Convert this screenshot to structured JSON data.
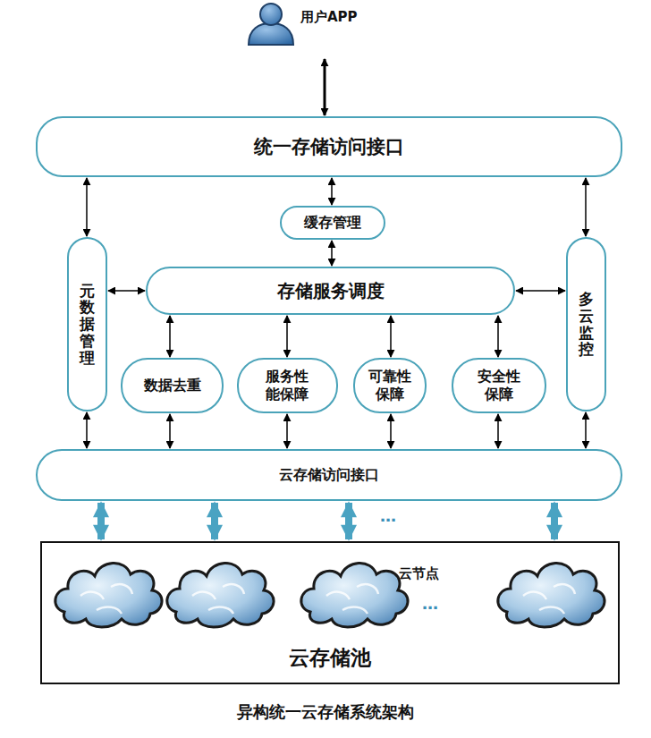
{
  "diagram": {
    "caption": "异构统一云存储系统架构",
    "nodes": [
      {
        "text": [
          "用户APP"
        ]
      },
      {
        "text": [
          "统一存储访问接口"
        ]
      },
      {
        "text": [
          "缓存管理"
        ]
      },
      {
        "text": [
          "元数据管理"
        ]
      },
      {
        "text": [
          "存储服务调度"
        ]
      },
      {
        "text": [
          "多云监控"
        ]
      },
      {
        "text": [
          "数据去重"
        ]
      },
      {
        "text": [
          "服务性能保障"
        ]
      },
      {
        "text": [
          "可靠性保障"
        ]
      },
      {
        "text": [
          "安全性保障"
        ]
      },
      {
        "text": [
          "云存储访问接口"
        ]
      },
      {
        "text": [
          "云存储池"
        ]
      }
    ],
    "edges": [
      {
        "from": 0,
        "to": 1,
        "arrow": "both"
      },
      {
        "from": 1,
        "to": 2,
        "arrow": "both"
      },
      {
        "from": 1,
        "to": 3,
        "arrow": "both"
      },
      {
        "from": 1,
        "to": 5,
        "arrow": "both"
      },
      {
        "from": 2,
        "to": 4,
        "arrow": "both"
      },
      {
        "from": 3,
        "to": 4,
        "arrow": "both"
      },
      {
        "from": 4,
        "to": 5,
        "arrow": "both"
      },
      {
        "from": 4,
        "to": 6,
        "arrow": "both"
      },
      {
        "from": 4,
        "to": 7,
        "arrow": "both"
      },
      {
        "from": 4,
        "to": 8,
        "arrow": "both"
      },
      {
        "from": 4,
        "to": 9,
        "arrow": "both"
      },
      {
        "from": 3,
        "to": 10,
        "arrow": "both"
      },
      {
        "from": 6,
        "to": 10,
        "arrow": "both"
      },
      {
        "from": 7,
        "to": 10,
        "arrow": "both"
      },
      {
        "from": 8,
        "to": 10,
        "arrow": "both"
      },
      {
        "from": 9,
        "to": 10,
        "arrow": "both"
      },
      {
        "from": 5,
        "to": 10,
        "arrow": "both"
      },
      {
        "from": 10,
        "to": 11,
        "arrow": "both"
      },
      {
        "from": 10,
        "to": 11,
        "arrow": "both"
      },
      {
        "from": 10,
        "to": 11,
        "arrow": "both"
      },
      {
        "from": 10,
        "to": 11,
        "arrow": "both"
      }
    ],
    "labels": [
      "…",
      "云节点",
      "…"
    ]
  }
}
